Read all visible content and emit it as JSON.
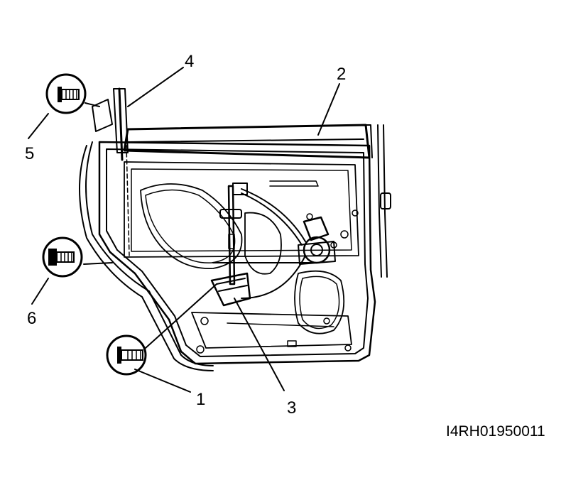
{
  "diagram": {
    "callouts": [
      {
        "id": "1",
        "label": "1"
      },
      {
        "id": "2",
        "label": "2"
      },
      {
        "id": "3",
        "label": "3"
      },
      {
        "id": "4",
        "label": "4"
      },
      {
        "id": "5",
        "label": "5"
      },
      {
        "id": "6",
        "label": "6"
      }
    ],
    "figure_id": "I4RH01950011"
  }
}
